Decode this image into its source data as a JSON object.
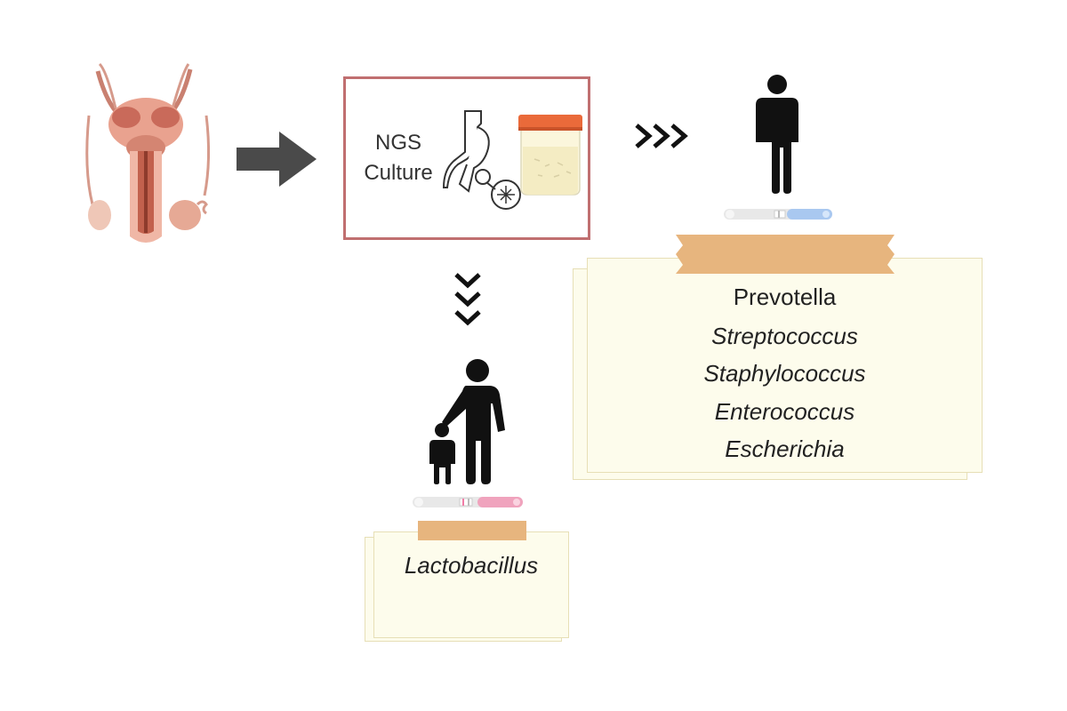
{
  "method_box": {
    "line1": "NGS",
    "line2": "Culture"
  },
  "taxa_left": [
    "Lactobacillus"
  ],
  "taxa_right": [
    "Prevotella",
    "Streptococcus",
    "Staphylococcus",
    "Enterococcus",
    "Escherichia"
  ],
  "colors": {
    "arrow": "#4a4a4a",
    "box_border": "#c06f70",
    "tape": "#e7b57e",
    "note": "#fdfcec",
    "test_positive": "#f0a3bd",
    "test_negative": "#a9c8f0",
    "container_lid": "#ea6a3a"
  },
  "icons": [
    "male-reproductive-anatomy-illustration",
    "arrow-right-icon",
    "pipette-icon",
    "specimen-container-icon",
    "triple-chevron-right-icon",
    "triple-chevron-down-icon",
    "man-icon",
    "parent-child-icon",
    "pregnancy-test-negative-icon",
    "pregnancy-test-positive-icon"
  ]
}
